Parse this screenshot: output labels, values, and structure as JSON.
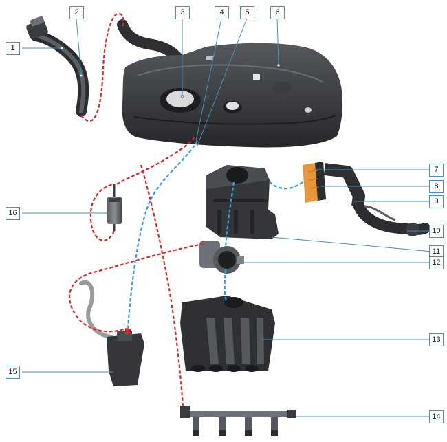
{
  "labels": [
    "1",
    "2",
    "3",
    "4",
    "5",
    "6",
    "7",
    "8",
    "9",
    "10",
    "11",
    "12",
    "13",
    "14",
    "15",
    "16"
  ],
  "colors": {
    "leader": "#4f8db3",
    "fuel_line": "#d42a2f",
    "vapor_line": "#3a9ad9",
    "part_dark": "#2e3034",
    "part_mid": "#4a4d52",
    "part_light": "#6d7177",
    "filter_orange": "#e8963a",
    "tube_gray": "#9a9c9f"
  }
}
